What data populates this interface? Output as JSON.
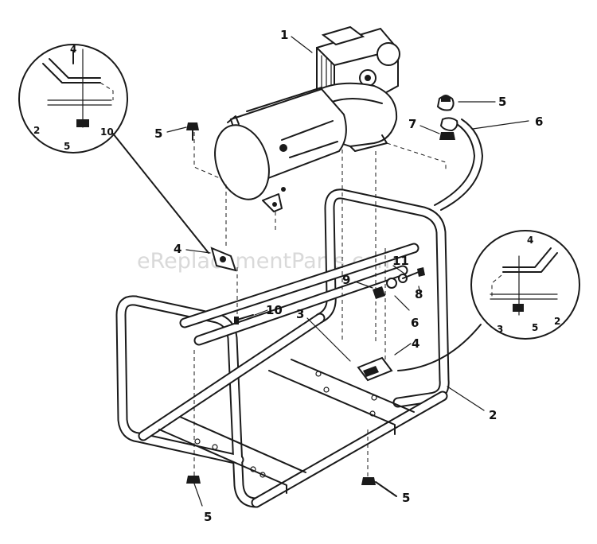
{
  "watermark": "eReplacementParts.com",
  "callouts": {
    "c1": "1",
    "c5_bolt": "5",
    "c5_cap": "5",
    "c7": "7",
    "c6_hose": "6",
    "c4_bracket": "4",
    "c10": "10",
    "c11": "11",
    "c9": "9",
    "c8": "8",
    "c6_mid": "6",
    "c3": "3",
    "c4_lower": "4",
    "c2": "2",
    "c5_bottom_left": "5",
    "c5_bottom_right": "5"
  },
  "detail_left": {
    "c4": "4",
    "c2": "2",
    "c10": "10",
    "c5": "5"
  },
  "detail_right": {
    "c4": "4",
    "c3": "3",
    "c5": "5",
    "c2": "2"
  }
}
